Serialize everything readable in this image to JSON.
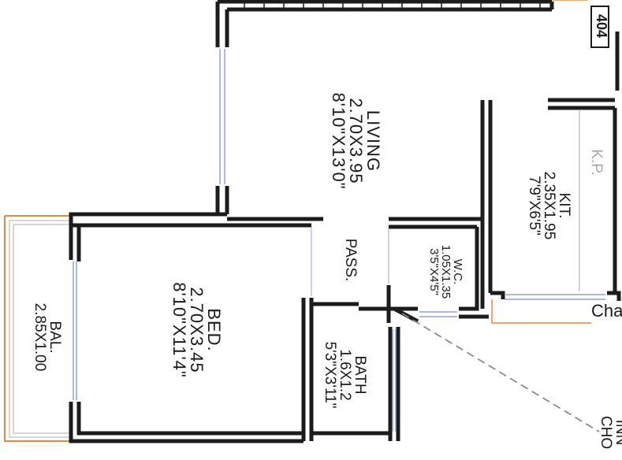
{
  "unit_number": "404",
  "rooms": {
    "living": {
      "name": "LIVING",
      "metric": "2.70X3.95",
      "imperial": "8'10\"X13'0\""
    },
    "kitchen": {
      "name": "KIT.",
      "metric": "2.35X1.95",
      "imperial": "7'9\"X6'5\""
    },
    "kitchen_platform": {
      "name": "K.P."
    },
    "passage": {
      "name": "PASS."
    },
    "wc": {
      "name": "W.C.",
      "metric": "1.05X1.35",
      "imperial": "3'5\"X4'5\""
    },
    "bed": {
      "name": "BED.",
      "metric": "2.70X3.45",
      "imperial": "8'10\"X11'4\""
    },
    "bath": {
      "name": "BATH",
      "metric": "1.6X1.2",
      "imperial": "5'3\"X3'11\""
    },
    "balcony": {
      "name": "BAL.",
      "metric": "2.85X1.00"
    }
  },
  "annotations": {
    "chajja": "Cha",
    "inner_chowk_line1": "INN",
    "inner_chowk_line2": "CHO"
  },
  "colors": {
    "wall": "#1c1c1c",
    "window": "#8fa4d6",
    "balcony_rail": "#e08a3c",
    "text": "#1a1a1a",
    "muted": "#a7a7a7"
  }
}
